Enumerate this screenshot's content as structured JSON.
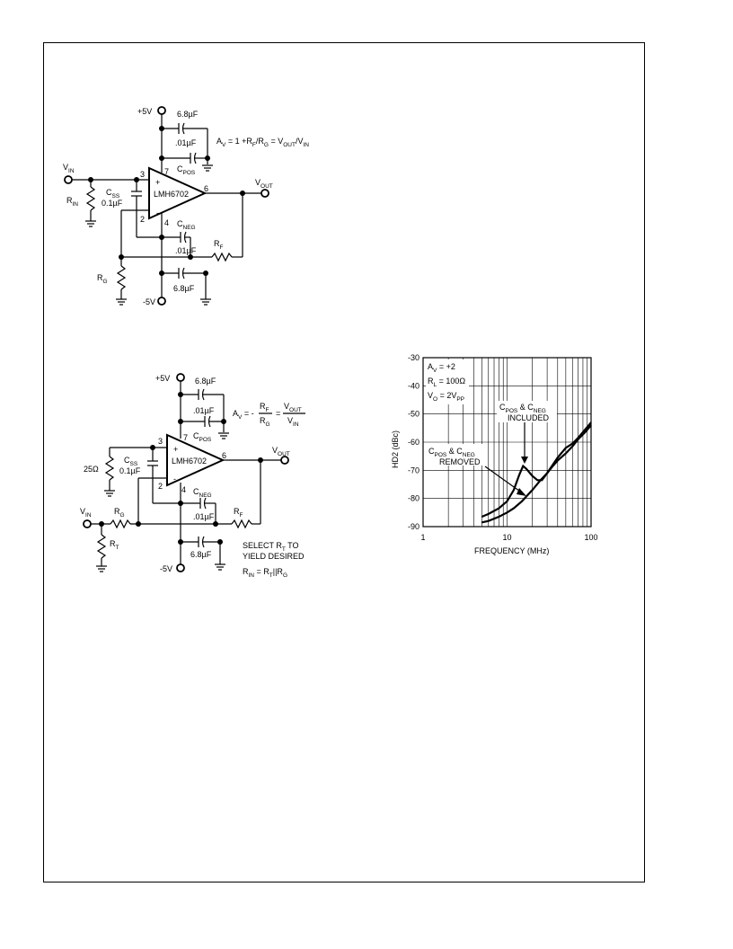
{
  "circuit1": {
    "supply_pos": "+5V",
    "supply_neg": "-5V",
    "cap_pos_bulk": "6.8µF",
    "cap_pos_small": ".01µF",
    "cpos_main": "C",
    "cpos_sub": "POS",
    "gain_eq": {
      "p1": "A",
      "p1s": "V",
      "p2": " = 1 +R",
      "p2s": "F",
      "p3": "/R",
      "p3s": "G",
      "p4": " = V",
      "p4s": "OUT",
      "p5": "/V",
      "p5s": "IN"
    },
    "vin_main": "V",
    "vin_sub": "IN",
    "rin_main": "R",
    "rin_sub": "IN",
    "css_main": "C",
    "css_sub": "SS",
    "css_val": "0.1µF",
    "opamp": "LMH6702",
    "pin3": "3",
    "pin7": "7",
    "pin6": "6",
    "pin2": "2",
    "pin4": "4",
    "plus": "+",
    "minus": "-",
    "vout_main": "V",
    "vout_sub": "OUT",
    "cneg_main": "C",
    "cneg_sub": "NEG",
    "cap_neg_small": ".01µF",
    "rf_main": "R",
    "rf_sub": "F",
    "rg_main": "R",
    "rg_sub": "G",
    "cap_neg_bulk": "6.8µF"
  },
  "circuit2": {
    "supply_pos": "+5V",
    "supply_neg": "-5V",
    "cap_pos_bulk": "6.8µF",
    "cap_pos_small": ".01µF",
    "cpos_main": "C",
    "cpos_sub": "POS",
    "gain_eq": {
      "av": "A",
      "avs": "V",
      "eqm": " = -",
      "rf": "R",
      "rfs": "F",
      "rg": "R",
      "rgs": "G",
      "eq": "=",
      "vout": "V",
      "vouts": "OUT",
      "vin": "V",
      "vins": "IN"
    },
    "r25": "25Ω",
    "css_main": "C",
    "css_sub": "SS",
    "css_val": "0.1µF",
    "opamp": "LMH6702",
    "pin3": "3",
    "pin7": "7",
    "pin6": "6",
    "pin2": "2",
    "pin4": "4",
    "plus": "+",
    "minus": "-",
    "vout_main": "V",
    "vout_sub": "OUT",
    "cneg_main": "C",
    "cneg_sub": "NEG",
    "cap_neg_small": ".01µF",
    "vin_main": "V",
    "vin_sub": "IN",
    "rg_main": "R",
    "rg_sub": "G",
    "rf_main": "R",
    "rf_sub": "F",
    "rt_main": "R",
    "rt_sub": "T",
    "cap_neg_bulk": "6.8µF",
    "select_l1a": "SELECT R",
    "select_l1s": "T",
    "select_l1b": " TO",
    "select_l2": "YIELD DESIRED",
    "rin_eq": {
      "a": "R",
      "as": "IN",
      "b": " = R",
      "bs": "T",
      "c": "||R",
      "cs": "G"
    }
  },
  "chart_data": {
    "type": "line",
    "title": "",
    "xlabel": "FREQUENCY (MHz)",
    "ylabel": "HD2 (dBc)",
    "x_scale": "log",
    "xlim": [
      1,
      100
    ],
    "ylim": [
      -90,
      -30
    ],
    "x_tick_labels": [
      "1",
      "10",
      "100"
    ],
    "y_ticks": [
      -30,
      -40,
      -50,
      -60,
      -70,
      -80,
      -90
    ],
    "y_tick_labels": [
      "-30",
      "-40",
      "-50",
      "-60",
      "-70",
      "-80",
      "-90"
    ],
    "grid": true,
    "conditions": {
      "l1": "A",
      "l1s": "V",
      "l1v": " = +2",
      "l2": "R",
      "l2s": "L",
      "l2v": " = 100Ω",
      "l3": "V",
      "l3s": "O",
      "l3v": " = 2V",
      "l3v2": "PP"
    },
    "annotation_included": {
      "a": "C",
      "as": "POS",
      "b": " & C",
      "bs": "NEG",
      "line2": "INCLUDED"
    },
    "annotation_removed": {
      "a": "C",
      "as": "POS",
      "b": " & C",
      "bs": "NEG",
      "line2": "REMOVED"
    },
    "series": [
      {
        "x": [
          5,
          6,
          8,
          10,
          12,
          14,
          15.5,
          17,
          20,
          23,
          26,
          30,
          35,
          40,
          50,
          60,
          70,
          85,
          100
        ],
        "y": [
          -86.5,
          -85.5,
          -83.5,
          -81,
          -77,
          -71.5,
          -68.5,
          -69.5,
          -72,
          -73.5,
          -73.5,
          -71,
          -68,
          -65.5,
          -62,
          -60.5,
          -58.5,
          -55.5,
          -53
        ]
      },
      {
        "x": [
          5,
          6,
          8,
          10,
          12,
          15,
          20,
          25,
          30,
          35,
          40,
          50,
          60,
          70,
          85,
          100
        ],
        "y": [
          -88.5,
          -88,
          -86.5,
          -85,
          -83.5,
          -81,
          -77,
          -73.5,
          -71,
          -68.5,
          -66.5,
          -64,
          -61.5,
          -59,
          -56.5,
          -54
        ]
      }
    ]
  }
}
